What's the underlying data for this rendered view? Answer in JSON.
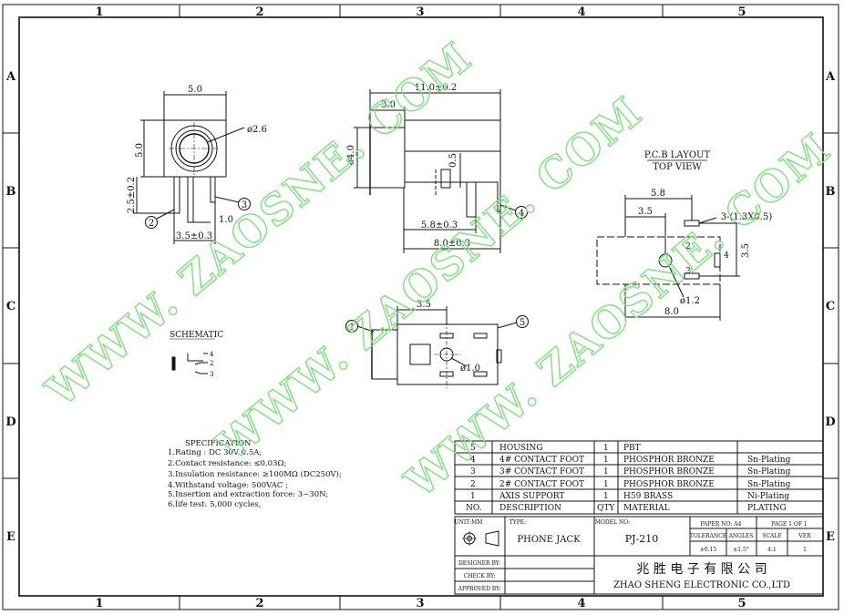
{
  "border": {
    "columns": [
      "1",
      "2",
      "3",
      "4",
      "5"
    ],
    "rows": [
      "A",
      "B",
      "C",
      "D",
      "E"
    ]
  },
  "watermark": {
    "text": "WWW.ZAOSNE.COM",
    "items": [
      "WWW. ZAOSNE. COM",
      "WWW. ZAOSNE. COM",
      "WWW. ZAOSNE. COM"
    ],
    "color": "#7fe07f"
  },
  "front_view": {
    "width_dim": "5.0",
    "height_dim": "5.0",
    "hole_dim": "ø2.6",
    "pin_height_dim": "2.5±0.2",
    "pin_spacing_dim": "1.0",
    "pitch_dim": "3.5±0.3",
    "callout_2": "2",
    "callout_3": "3"
  },
  "side_view": {
    "length_dim": "11.0±0.2",
    "nose_dim": "3.0",
    "dia_dim": "ø4.0",
    "pin_dim": "0.5",
    "pin_pos_dim": "5.8±0.3",
    "body_dim": "8.0±0.3",
    "callout_4": "4"
  },
  "top_view": {
    "offset_dim": "3.5",
    "hole_dim": "ø1.0",
    "callout_1": "1",
    "callout_5": "5"
  },
  "pcb_layout": {
    "title": "P.C.B LAYOUT",
    "subtitle": "TOP VIEW",
    "width_dim": "5.8",
    "offset_dim": "3.5",
    "slot_dim": "3-(1.3X0.5)",
    "height_dim": "3.5",
    "hole_dim": "ø1.2",
    "length_dim": "8.0",
    "pad_2": "2",
    "pad_3": "3",
    "pad_4": "4"
  },
  "schematic": {
    "title": "SCHEMATIC",
    "pin_labels": [
      "4",
      "2",
      "3"
    ]
  },
  "specification": {
    "title": "SPECIFICATION",
    "lines": [
      "1.Rating : DC 30V 0.5A;",
      "2.Contact resistance: ≤0.03Ω;",
      "3.Insulation resistance: ≥100MΩ (DC250V);",
      "4.Withstand voltage: 500VAC ;",
      "5.Insertion and extraction force: 3~30N;",
      "6.life test: 5,000 cycles,"
    ]
  },
  "bom": {
    "rows": [
      {
        "no": "5",
        "desc": "HOUSING",
        "qty": "1",
        "material": "PBT",
        "plating": ""
      },
      {
        "no": "4",
        "desc": "4# CONTACT FOOT",
        "qty": "1",
        "material": "PHOSPHOR BRONZE",
        "plating": "Sn-Plating"
      },
      {
        "no": "3",
        "desc": "3# CONTACT FOOT",
        "qty": "1",
        "material": "PHOSPHOR BRONZE",
        "plating": "Sn-Plating"
      },
      {
        "no": "2",
        "desc": "2# CONTACT FOOT",
        "qty": "1",
        "material": "PHOSPHOR BRONZE",
        "plating": "Sn-Plating"
      },
      {
        "no": "1",
        "desc": "AXIS SUPPORT",
        "qty": "1",
        "material": "H59 BRASS",
        "plating": "Ni-Plating"
      }
    ],
    "header": {
      "no": "NO.",
      "desc": "DESCRIPTION",
      "qty": "QTY",
      "material": "MATERIAL",
      "plating": "PLATING"
    }
  },
  "title_block": {
    "unit_label": "UNIT:MM",
    "type_label": "TYPE:",
    "type_value": "PHONE JACK",
    "model_label": "MODEL NO:",
    "model_value": "PJ-210",
    "paper_label": "PAPER NO: A4",
    "page_label": "PAGE 1 OF 1",
    "tolerance_label": "TOLERANCE",
    "angles_label": "ANGLES",
    "scale_label": "SCALE",
    "ver_label": "VER",
    "tolerance_value": "±0.15",
    "angles_value": "±1.5°",
    "scale_value": "4:1",
    "ver_value": "1",
    "designer_label": "DESIGNER BY:",
    "check_label": "CHECK    BY:",
    "approved_label": "APPROVED BY:",
    "company_cn": "兆 胜 电 子 有 限 公 司",
    "company_en": "ZHAO SHENG ELECTRONIC CO.,LTD"
  }
}
